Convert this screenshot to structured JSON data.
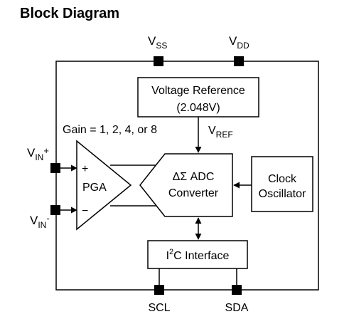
{
  "title": "Block Diagram",
  "pins": {
    "vss": {
      "main": "V",
      "sub": "SS"
    },
    "vdd": {
      "main": "V",
      "sub": "DD"
    },
    "vin_plus": {
      "main": "V",
      "sub": "IN",
      "sup": "+"
    },
    "vin_minus": {
      "main": "V",
      "sub": "IN",
      "sup": "-"
    },
    "scl": "SCL",
    "sda": "SDA"
  },
  "blocks": {
    "vref": {
      "line1": "Voltage Reference",
      "line2": "(2.048V)"
    },
    "vref_label": {
      "main": "V",
      "sub": "REF"
    },
    "gain": "Gain = 1, 2, 4, or 8",
    "pga": {
      "label": "PGA",
      "plus": "+",
      "minus": "−"
    },
    "adc": {
      "line1": "ΔΣ ADC",
      "line2": "Converter"
    },
    "clock": {
      "line1": "Clock",
      "line2": "Oscillator"
    },
    "i2c": {
      "pre": "I",
      "sup": "2",
      "post": "C Interface"
    }
  }
}
